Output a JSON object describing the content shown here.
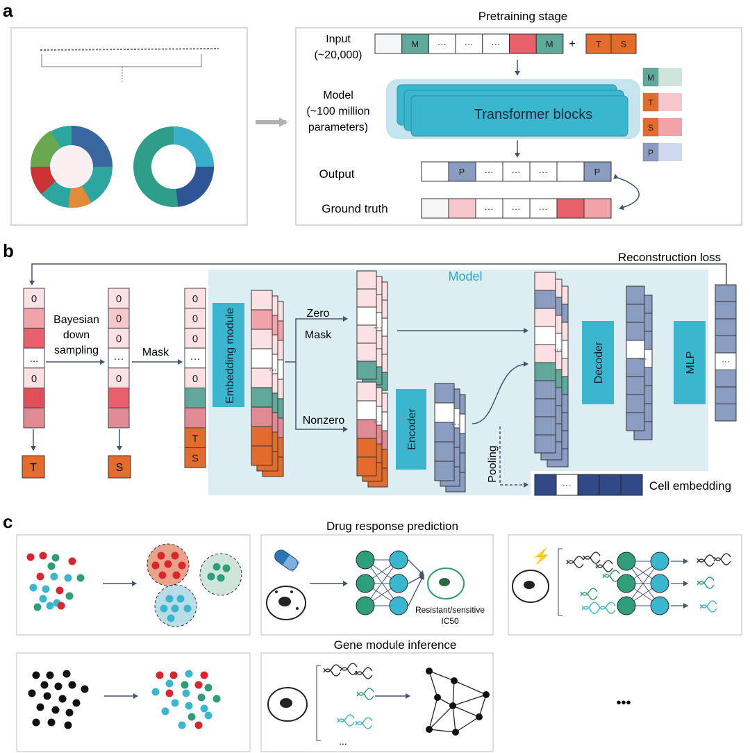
{
  "panels": {
    "a": "a",
    "b": "b",
    "c": "c"
  },
  "panel_a": {
    "stage_title": "Pretraining stage",
    "input_label_1": "Input",
    "input_label_2": "(~20,000)",
    "model_label_1": "Model",
    "model_label_2": "(~100 million",
    "model_label_3": "parameters)",
    "output_label": "Output",
    "ground_truth_label": "Ground truth",
    "transformer_label": "Transformer blocks",
    "input_tokens": [
      "",
      "M",
      "···",
      "···",
      "···",
      "",
      "M"
    ],
    "plus": "+",
    "extra_tokens": [
      "T",
      "S"
    ],
    "output_tokens": [
      "",
      "P",
      "···",
      "···",
      "···",
      "",
      "P"
    ],
    "truth_tokens": [
      "",
      "",
      "···",
      "···",
      "···",
      "",
      ""
    ],
    "side_tokens": [
      "M",
      "T",
      "S",
      "P"
    ]
  },
  "panel_b": {
    "reconstruction_loss": "Reconstruction loss",
    "model_title": "Model",
    "bayesian_1": "Bayesian",
    "bayesian_2": "down",
    "bayesian_3": "sampling",
    "mask": "Mask",
    "col1_values": [
      "0",
      "",
      "",
      "...",
      "0",
      "",
      ""
    ],
    "col2_values": [
      "0",
      "0",
      "0",
      "···",
      "0",
      "",
      ""
    ],
    "col3_values": [
      "0",
      "0",
      "0",
      "···",
      "0",
      "",
      "",
      "T",
      "S"
    ],
    "t_label": "T",
    "s_label": "S",
    "embedding_module": "Embedding module",
    "zero": "Zero",
    "zero_mask": "Mask",
    "nonzero": "Nonzero",
    "encoder": "Encoder",
    "pooling": "Pooling",
    "decoder": "Decoder",
    "mlp": "MLP",
    "cell_embedding": "Cell embedding",
    "ellipsis": "···"
  },
  "panel_c": {
    "drug_response": "Drug response prediction",
    "gene_module": "Gene module inference",
    "resistant": "Resistant/sensitive",
    "ic50": "IC50",
    "more": "•••",
    "ellipsis": "..."
  }
}
